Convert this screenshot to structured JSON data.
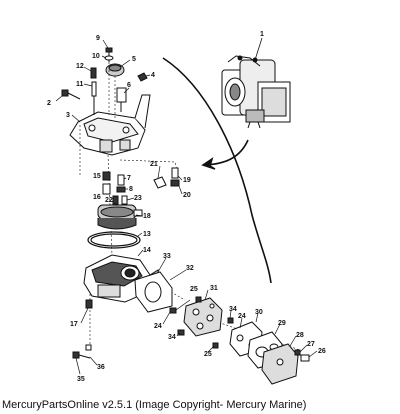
{
  "diagram": {
    "parts": [
      {
        "id": "p1",
        "number": "1"
      },
      {
        "id": "p2",
        "number": "2"
      },
      {
        "id": "p3",
        "number": "3"
      },
      {
        "id": "p4",
        "number": "4"
      },
      {
        "id": "p5",
        "number": "5"
      },
      {
        "id": "p6",
        "number": "6"
      },
      {
        "id": "p7",
        "number": "7"
      },
      {
        "id": "p8",
        "number": "8"
      },
      {
        "id": "p9",
        "number": "9"
      },
      {
        "id": "p10",
        "number": "10"
      },
      {
        "id": "p11",
        "number": "11"
      },
      {
        "id": "p12",
        "number": "12"
      },
      {
        "id": "p13",
        "number": "13"
      },
      {
        "id": "p14",
        "number": "14"
      },
      {
        "id": "p15",
        "number": "15"
      },
      {
        "id": "p16",
        "number": "16"
      },
      {
        "id": "p17",
        "number": "17"
      },
      {
        "id": "p18",
        "number": "18"
      },
      {
        "id": "p19",
        "number": "19"
      },
      {
        "id": "p20",
        "number": "20"
      },
      {
        "id": "p21",
        "number": "21"
      },
      {
        "id": "p22",
        "number": "22"
      },
      {
        "id": "p23",
        "number": "23"
      },
      {
        "id": "p24a",
        "number": "24"
      },
      {
        "id": "p24b",
        "number": "24"
      },
      {
        "id": "p25a",
        "number": "25"
      },
      {
        "id": "p25b",
        "number": "25"
      },
      {
        "id": "p26",
        "number": "26"
      },
      {
        "id": "p27",
        "number": "27"
      },
      {
        "id": "p28",
        "number": "28"
      },
      {
        "id": "p29",
        "number": "29"
      },
      {
        "id": "p30",
        "number": "30"
      },
      {
        "id": "p31",
        "number": "31"
      },
      {
        "id": "p32",
        "number": "32"
      },
      {
        "id": "p33",
        "number": "33"
      },
      {
        "id": "p34a",
        "number": "34"
      },
      {
        "id": "p34b",
        "number": "34"
      },
      {
        "id": "p35",
        "number": "35"
      },
      {
        "id": "p36",
        "number": "36"
      }
    ]
  },
  "footer": {
    "text": "MercuryPartsOnline v2.5.1 (Image Copyright- Mercury Marine)"
  }
}
